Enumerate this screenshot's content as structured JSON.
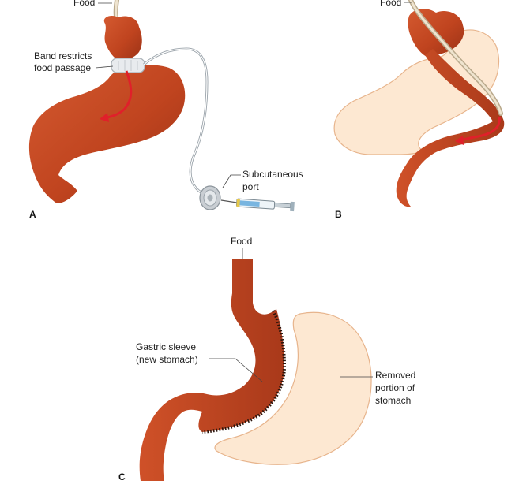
{
  "colors": {
    "stomach": "#c0441f",
    "stomach_dark": "#8e2c13",
    "removed_tissue": "#fde8d2",
    "removed_outline": "#e7b48c",
    "arrow": "#e0202a",
    "tube": "#e9dcc4",
    "band": "#e8ebee",
    "port": "#c9ced3",
    "syringe_liquid": "#78b5e0",
    "staple": "#2a140c"
  },
  "panel_a": {
    "letter": "A",
    "food_label": "Food",
    "band_label_line1": "Band restricts",
    "band_label_line2": "food passage",
    "port_label_line1": "Subcutaneous",
    "port_label_line2": "port"
  },
  "panel_b": {
    "letter": "B",
    "food_label": "Food"
  },
  "panel_c": {
    "letter": "C",
    "food_label": "Food",
    "sleeve_label_line1": "Gastric sleeve",
    "sleeve_label_line2": "(new stomach)",
    "removed_label_line1": "Removed",
    "removed_label_line2": "portion of",
    "removed_label_line3": "stomach"
  }
}
